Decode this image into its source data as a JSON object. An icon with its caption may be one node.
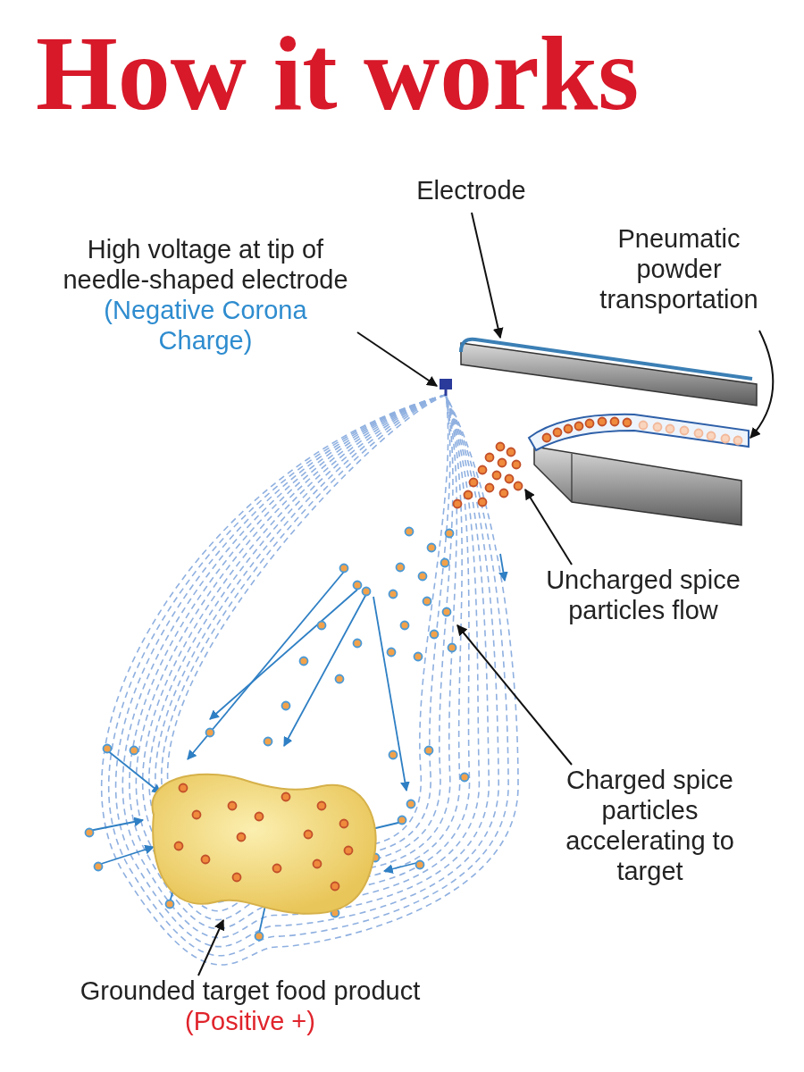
{
  "diagram": {
    "title": "How it works",
    "nodes": [
      {
        "text": [
          "High voltage at tip of needle-shaped electrode",
          "(Negative Corona Charge)"
        ]
      },
      {
        "text": [],
        "shape": "picture"
      },
      {
        "text": [
          "Electrode"
        ]
      },
      {
        "text": [],
        "shape": "picture"
      },
      {
        "text": [
          "Pneumatic powder transportation"
        ]
      },
      {
        "text": [],
        "shape": "picture"
      },
      {
        "text": [
          "Uncharged spice particles flow"
        ]
      },
      {
        "text": [],
        "shape": "picture"
      },
      {
        "text": [
          "Charged spice particles accelerating to target"
        ]
      },
      {
        "text": [],
        "shape": "picture"
      },
      {
        "text": [
          "Grounded target food product",
          "(Positive +)"
        ]
      },
      {
        "text": [],
        "shape": "picture"
      }
    ],
    "edges": [
      {
        "from": 0,
        "to": 1,
        "arrow": "to"
      },
      {
        "from": 2,
        "to": 3,
        "arrow": "to"
      },
      {
        "from": 4,
        "to": 5,
        "arrow": "to"
      },
      {
        "from": 6,
        "to": 7,
        "arrow": "to"
      },
      {
        "from": 8,
        "to": 9,
        "arrow": "to"
      },
      {
        "from": 10,
        "to": 11,
        "arrow": "to"
      }
    ]
  }
}
